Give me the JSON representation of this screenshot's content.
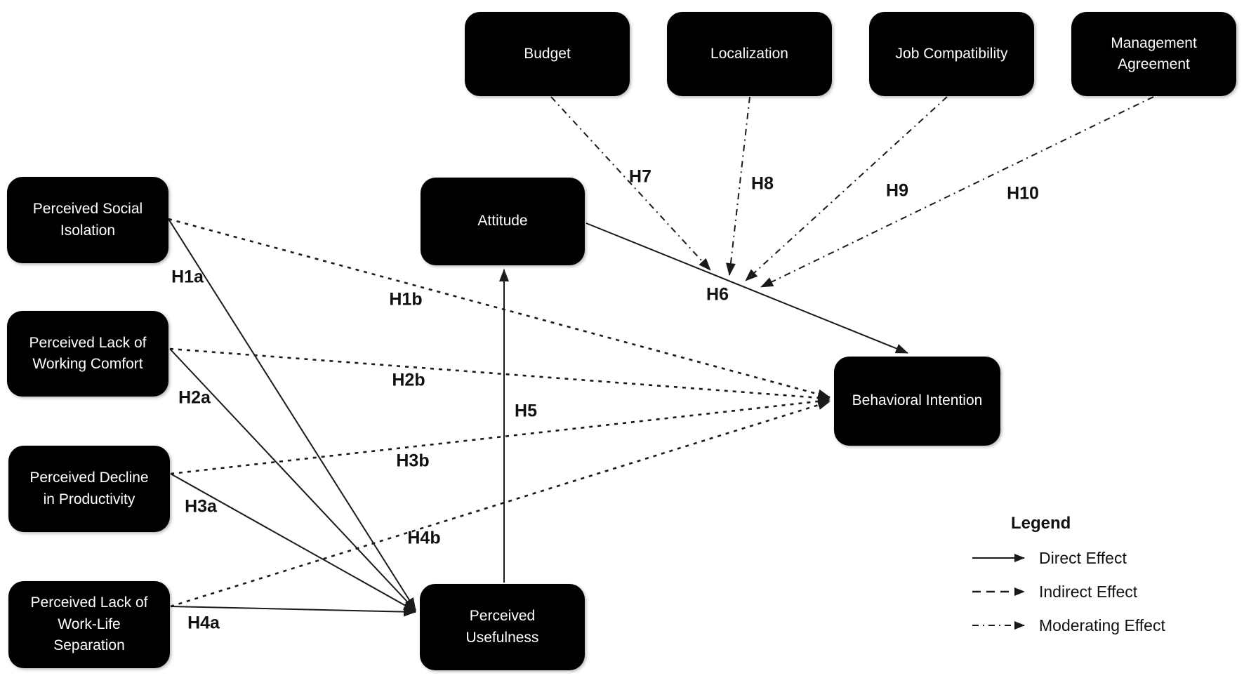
{
  "diagram": {
    "nodes": {
      "budget": {
        "label": "Budget"
      },
      "localization": {
        "label": "Localization"
      },
      "job_compatibility": {
        "label": "Job Compatibility"
      },
      "management_agreement": {
        "label": "Management Agreement"
      },
      "perceived_social_isolation": {
        "label": "Perceived Social Isolation"
      },
      "perceived_lack_of_working_comfort": {
        "label": "Perceived Lack of Working Comfort"
      },
      "perceived_decline_in_productivity": {
        "label": "Perceived Decline in Productivity"
      },
      "perceived_lack_of_work_life_separation": {
        "label": "Perceived Lack of Work-Life Separation"
      },
      "attitude": {
        "label": "Attitude"
      },
      "perceived_usefulness": {
        "label": "Perceived Usefulness"
      },
      "behavioral_intention": {
        "label": "Behavioral Intention"
      }
    },
    "hypotheses": {
      "h1a": "H1a",
      "h1b": "H1b",
      "h2a": "H2a",
      "h2b": "H2b",
      "h3a": "H3a",
      "h3b": "H3b",
      "h4a": "H4a",
      "h4b": "H4b",
      "h5": "H5",
      "h6": "H6",
      "h7": "H7",
      "h8": "H8",
      "h9": "H9",
      "h10": "H10"
    },
    "edges": [
      {
        "from": "perceived_social_isolation",
        "to": "perceived_usefulness",
        "type": "direct",
        "label": "H1a"
      },
      {
        "from": "perceived_social_isolation",
        "to": "behavioral_intention",
        "type": "indirect",
        "label": "H1b"
      },
      {
        "from": "perceived_lack_of_working_comfort",
        "to": "perceived_usefulness",
        "type": "direct",
        "label": "H2a"
      },
      {
        "from": "perceived_lack_of_working_comfort",
        "to": "behavioral_intention",
        "type": "indirect",
        "label": "H2b"
      },
      {
        "from": "perceived_decline_in_productivity",
        "to": "perceived_usefulness",
        "type": "direct",
        "label": "H3a"
      },
      {
        "from": "perceived_decline_in_productivity",
        "to": "behavioral_intention",
        "type": "indirect",
        "label": "H3b"
      },
      {
        "from": "perceived_lack_of_work_life_separation",
        "to": "perceived_usefulness",
        "type": "direct",
        "label": "H4a"
      },
      {
        "from": "perceived_lack_of_work_life_separation",
        "to": "behavioral_intention",
        "type": "indirect",
        "label": "H4b"
      },
      {
        "from": "perceived_usefulness",
        "to": "attitude",
        "type": "direct",
        "label": "H5"
      },
      {
        "from": "attitude",
        "to": "behavioral_intention",
        "type": "direct",
        "label": "H6"
      },
      {
        "from": "budget",
        "to": "attitude-behavioral_intention-path",
        "type": "moderating",
        "label": "H7"
      },
      {
        "from": "localization",
        "to": "attitude-behavioral_intention-path",
        "type": "moderating",
        "label": "H8"
      },
      {
        "from": "job_compatibility",
        "to": "attitude-behavioral_intention-path",
        "type": "moderating",
        "label": "H9"
      },
      {
        "from": "management_agreement",
        "to": "attitude-behavioral_intention-path",
        "type": "moderating",
        "label": "H10"
      }
    ],
    "legend": {
      "title": "Legend",
      "items": [
        {
          "label": "Direct Effect",
          "style": "solid"
        },
        {
          "label": "Indirect Effect",
          "style": "dashed"
        },
        {
          "label": "Moderating Effect",
          "style": "dash-dot"
        }
      ]
    },
    "colors": {
      "node_background": "#000000",
      "node_text": "#ffffff",
      "line": "#1a1a1a",
      "background": "#ffffff"
    }
  }
}
